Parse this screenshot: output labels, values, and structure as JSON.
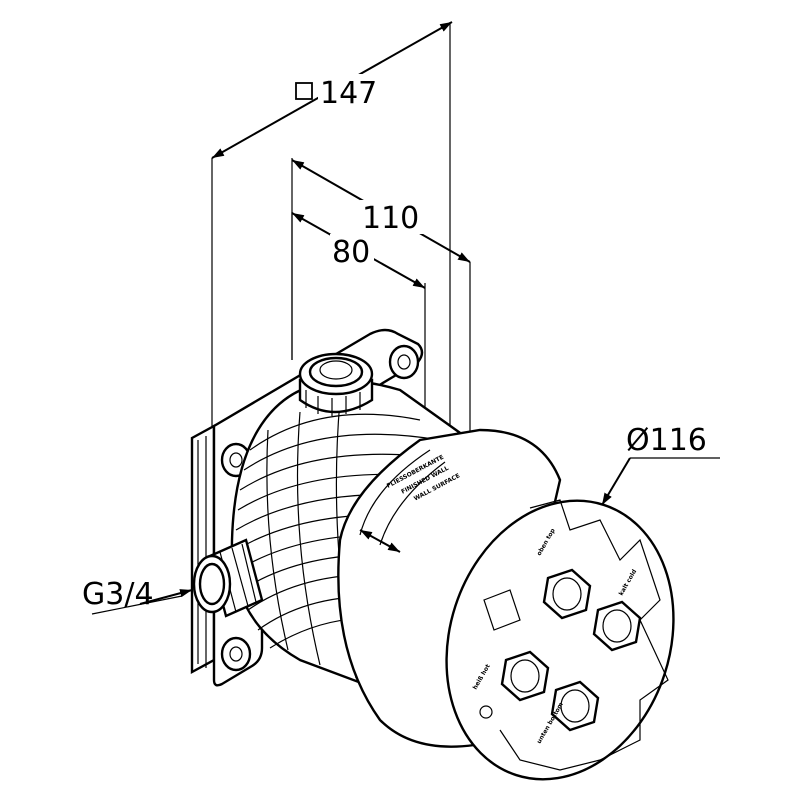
{
  "drawing": {
    "dimensions": {
      "square": "147",
      "d110": "110",
      "d80": "80",
      "diameter": "Ø116",
      "thread": "G3/4"
    },
    "body_text": {
      "line1": "FLIESSOBERKANTE",
      "line2": "FINISHED WALL",
      "line3": "WALL SURFACE"
    },
    "port_labels": {
      "top": "oben top",
      "right": "kalt cold",
      "left": "heiß hot",
      "bottom": "unten bottom"
    }
  }
}
